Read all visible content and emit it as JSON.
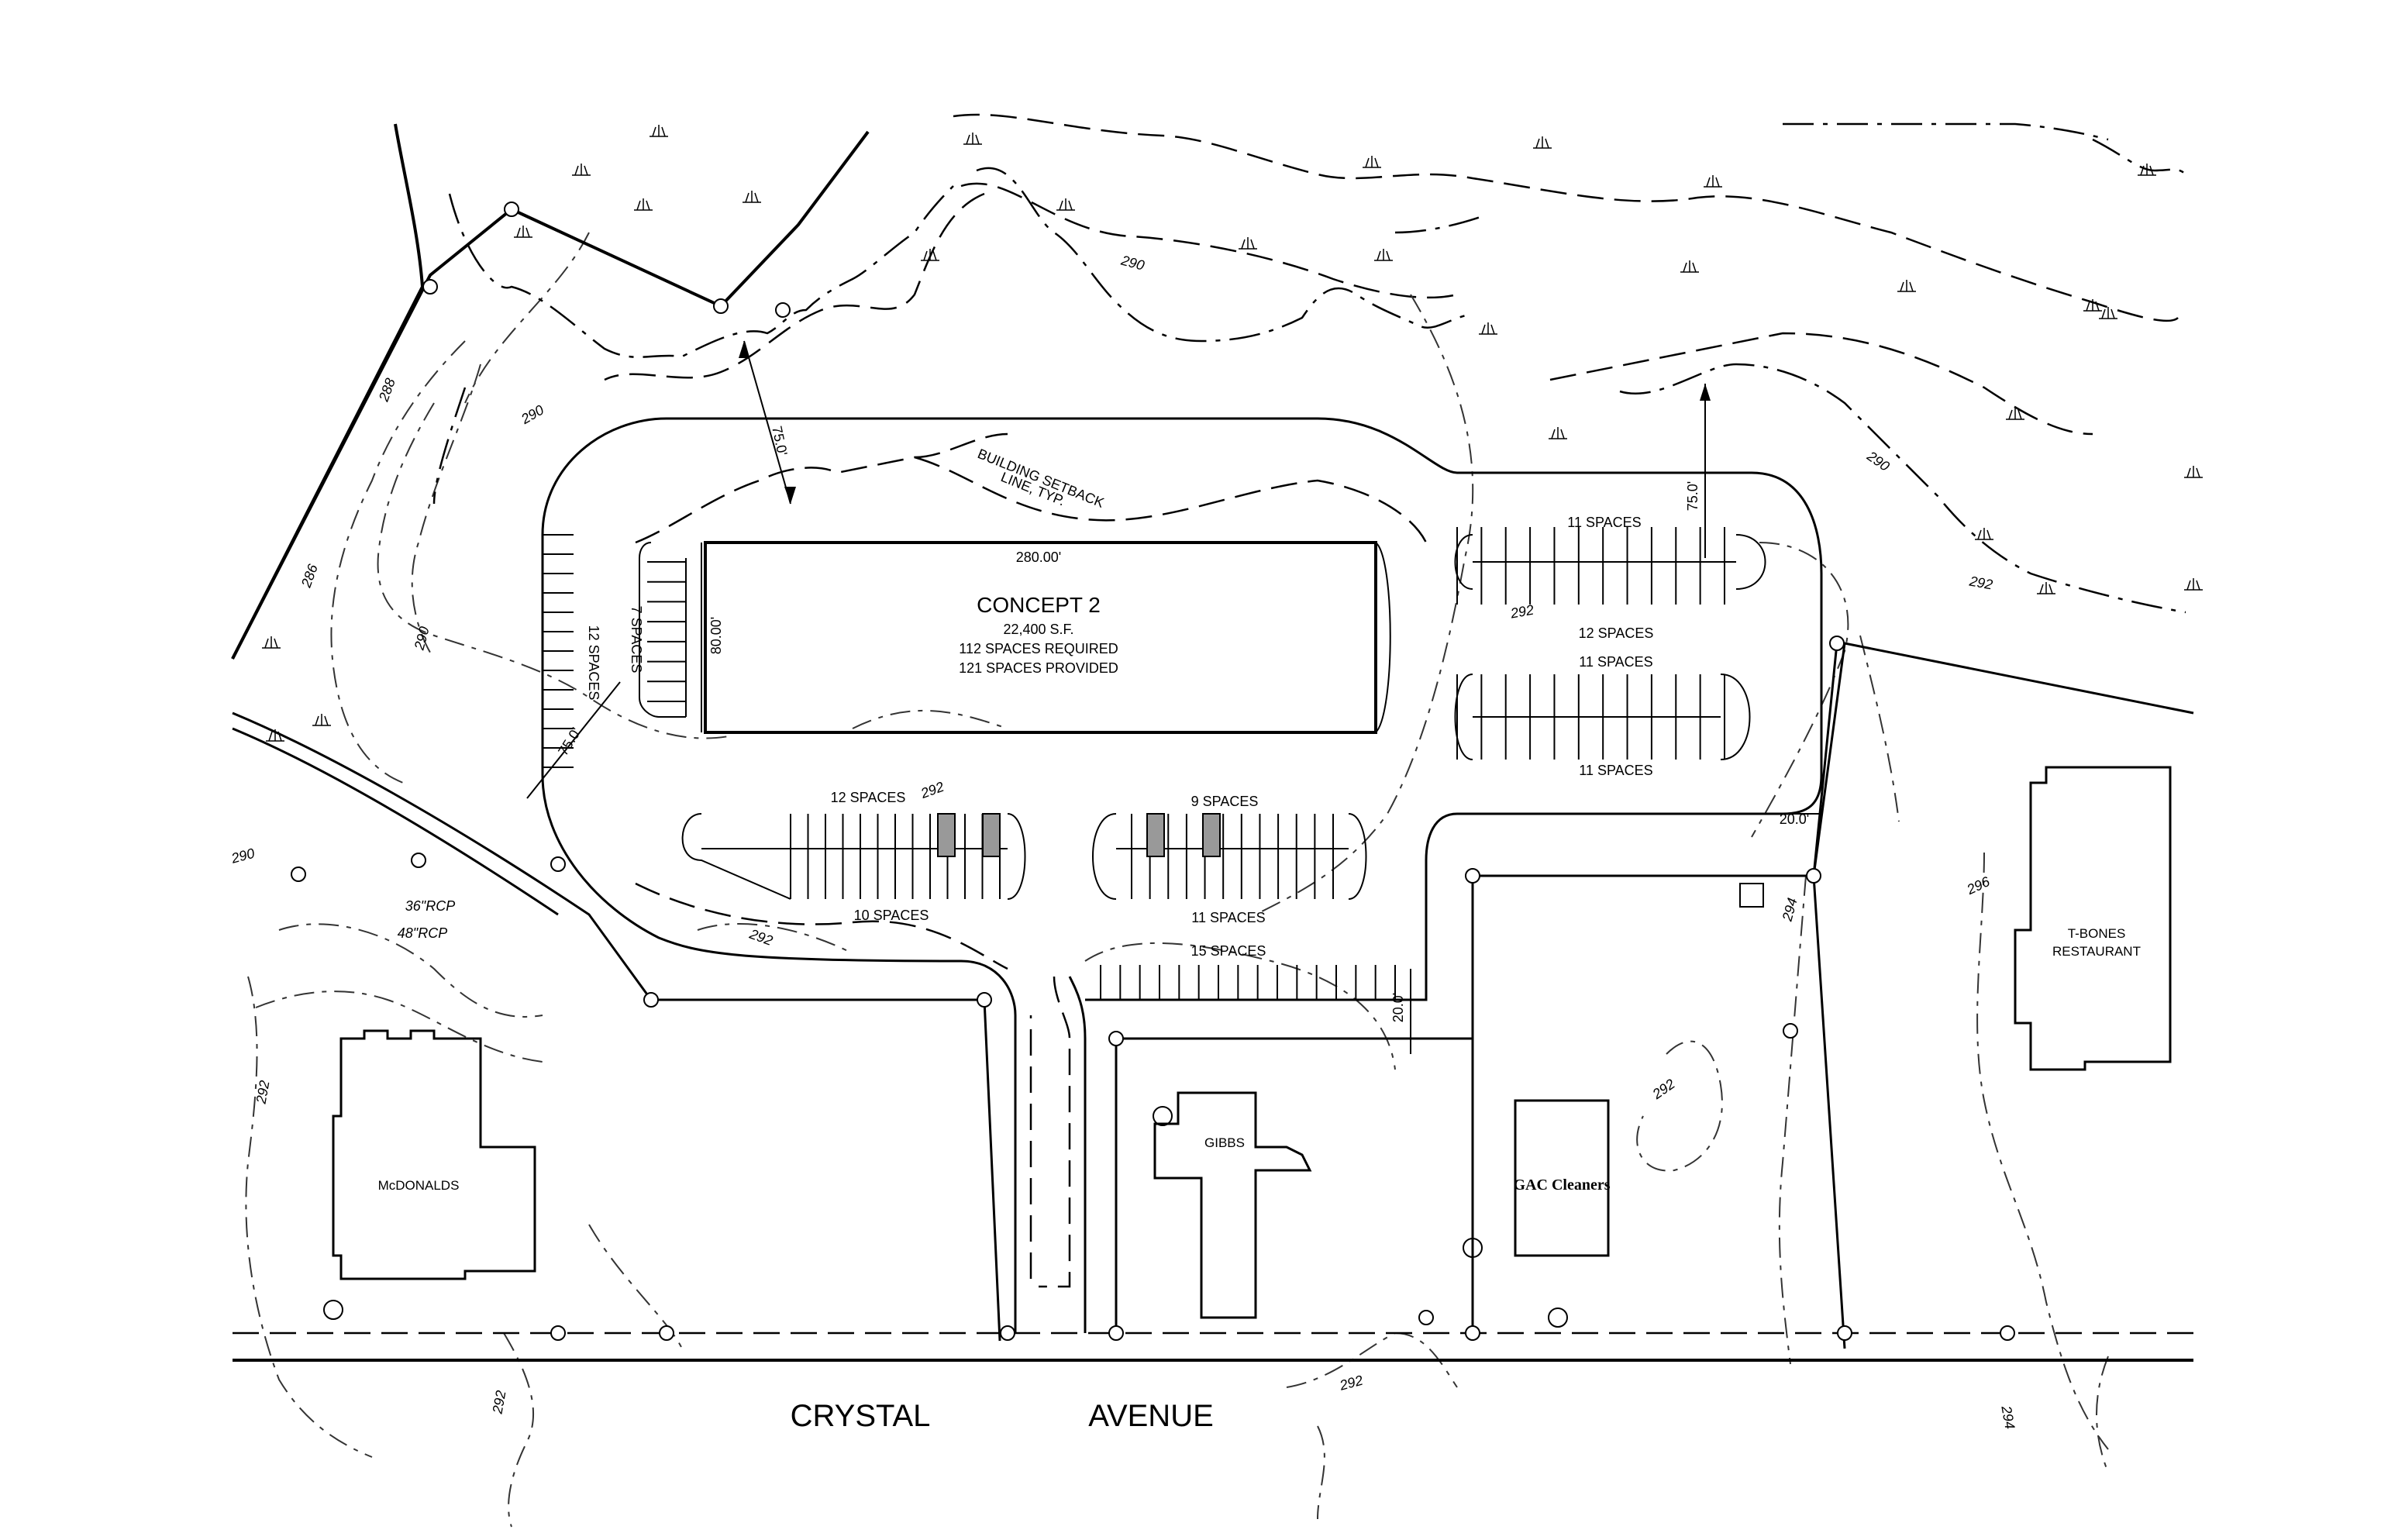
{
  "project": {
    "title": "CONCEPT 2",
    "area": "22,400 S.F.",
    "spaces_required": "112 SPACES REQUIRED",
    "spaces_provided": "121 SPACES PROVIDED"
  },
  "building": {
    "length": "280.00'",
    "depth": "80.00'"
  },
  "setback": {
    "label_line1": "BUILDING SETBACK",
    "label_line2": "LINE, TYP.",
    "dim_north": "75.0'",
    "dim_east": "75.0'",
    "dim_west": "75.0'",
    "dim_side": "20.0'",
    "dim_drive": "20.0'"
  },
  "parking": {
    "west_12": "12 SPACES",
    "west_7": "7 SPACES",
    "ne_top_11": "11 SPACES",
    "ne_mid_12": "12 SPACES",
    "ne_mid_11": "11 SPACES",
    "ne_bot_11": "11 SPACES",
    "south_12": "12 SPACES",
    "south_9": "9 SPACES",
    "south_10": "10 SPACES",
    "south_11": "11 SPACES",
    "south_15": "15 SPACES"
  },
  "pipes": {
    "rcp36": "36\"RCP",
    "rcp48": "48\"RCP"
  },
  "neighbors": {
    "mcdonalds": "McDONALDS",
    "gibbs": "GIBBS",
    "cleaners": "GAC Cleaners",
    "tbones_line1": "T-BONES",
    "tbones_line2": "RESTAURANT"
  },
  "street": {
    "word1": "CRYSTAL",
    "word2": "AVENUE"
  },
  "contours": {
    "c290_a": "290",
    "c290_b": "290",
    "c290_c": "290",
    "c290_d": "290",
    "c290_e": "290",
    "c288": "288",
    "c286": "286",
    "c292_a": "292",
    "c292_b": "292",
    "c292_c": "292",
    "c292_d": "292",
    "c292_e": "292",
    "c292_f": "292",
    "c292_g": "292",
    "c292_h": "292",
    "c294_a": "294",
    "c294_b": "294",
    "c296": "296"
  },
  "colors": {
    "ink": "#000000",
    "paper": "#ffffff"
  }
}
